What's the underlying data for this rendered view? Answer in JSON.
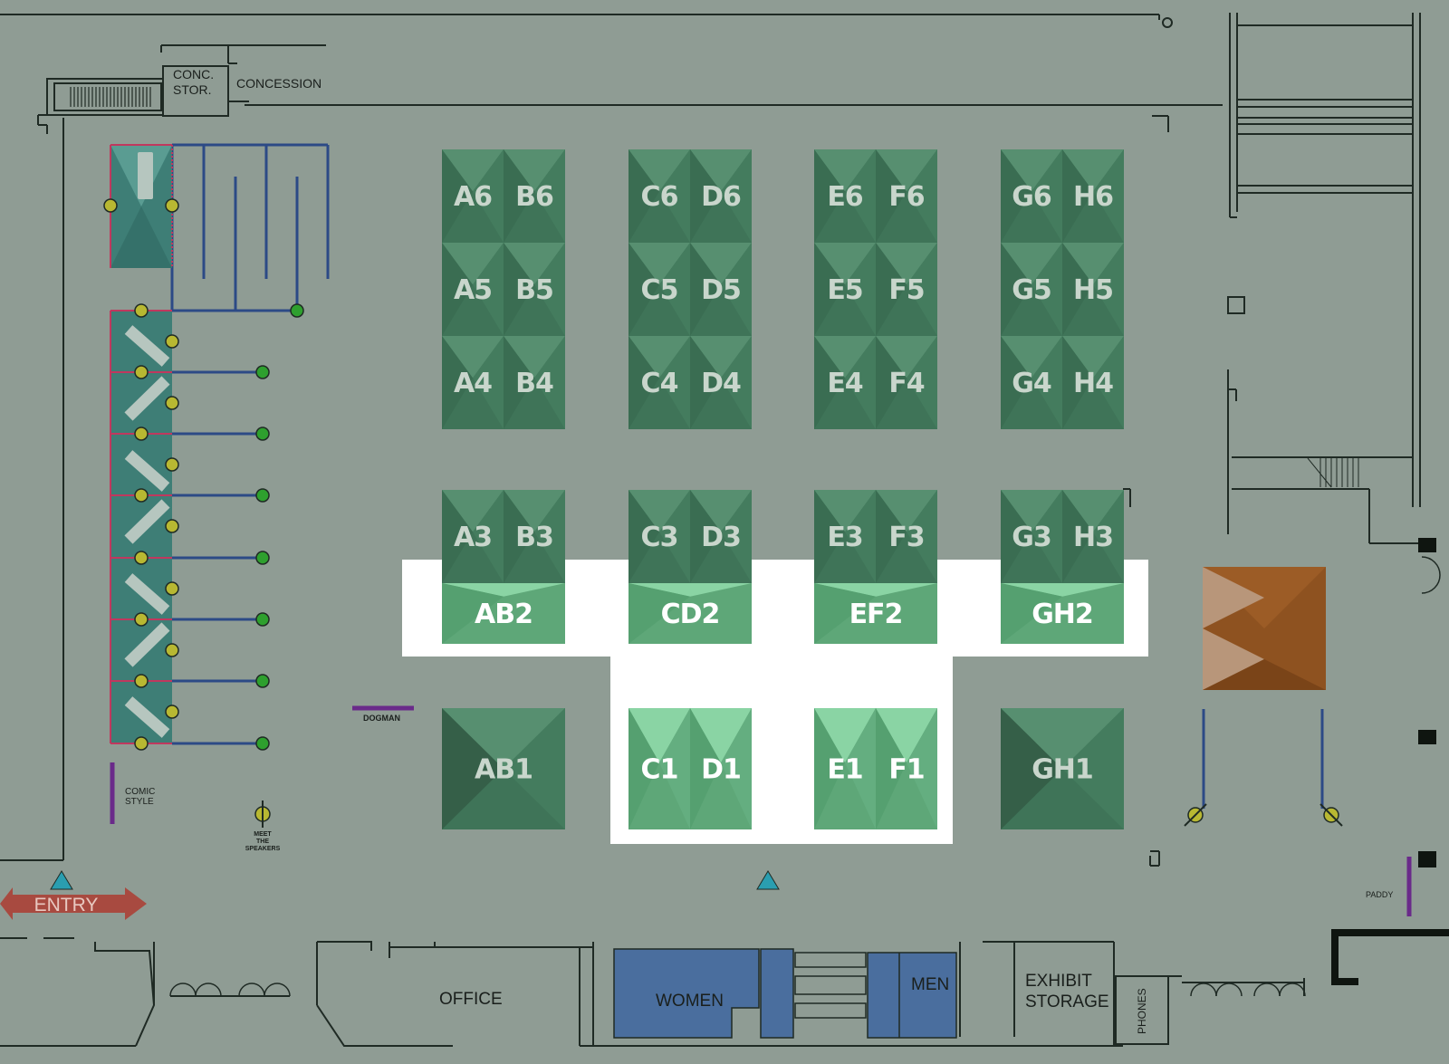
{
  "map": {
    "colors": {
      "floor": "#8f9c94",
      "booth_dark": "#3f7458",
      "booth_light": "#5ea778",
      "highlight": "#ffffff",
      "wall": "#1f2a24",
      "rope": "#2c4a86",
      "post_yellow": "#b8b832",
      "post_green": "#2ea02e",
      "restroom": "#4a6e9e",
      "orange_booth": "#8e5220",
      "purple": "#6a2a8a",
      "entry_arrow": "#a84a40"
    },
    "booths_upper": [
      [
        "A6",
        "B6"
      ],
      [
        "C6",
        "D6"
      ],
      [
        "E6",
        "F6"
      ],
      [
        "G6",
        "H6"
      ],
      [
        "A5",
        "B5"
      ],
      [
        "C5",
        "D5"
      ],
      [
        "E5",
        "F5"
      ],
      [
        "G5",
        "H5"
      ],
      [
        "A4",
        "B4"
      ],
      [
        "C4",
        "D4"
      ],
      [
        "E4",
        "F4"
      ],
      [
        "G4",
        "H4"
      ]
    ],
    "booths_row3": [
      [
        "A3",
        "B3"
      ],
      [
        "C3",
        "D3"
      ],
      [
        "E3",
        "F3"
      ],
      [
        "G3",
        "H3"
      ]
    ],
    "booths_row2": [
      "AB2",
      "CD2",
      "EF2",
      "GH2"
    ],
    "booths_row1": {
      "ab1": "AB1",
      "cd1": [
        "C1",
        "D1"
      ],
      "ef1": [
        "E1",
        "F1"
      ],
      "gh1": "GH1"
    },
    "labels": {
      "conc_stor_1": "CONC.",
      "conc_stor_2": "STOR.",
      "concession": "CONCESSION",
      "dogman": "DOGMAN",
      "comic_1": "COMIC",
      "comic_2": "STYLE",
      "meet_1": "MEET",
      "meet_2": "THE",
      "meet_3": "SPEAKERS",
      "entry": "ENTRY",
      "office": "OFFICE",
      "women": "WOMEN",
      "men": "MEN",
      "exhibit_1": "EXHIBIT",
      "exhibit_2": "STORAGE",
      "phones": "PHONES",
      "paddy": "PADDY"
    }
  }
}
